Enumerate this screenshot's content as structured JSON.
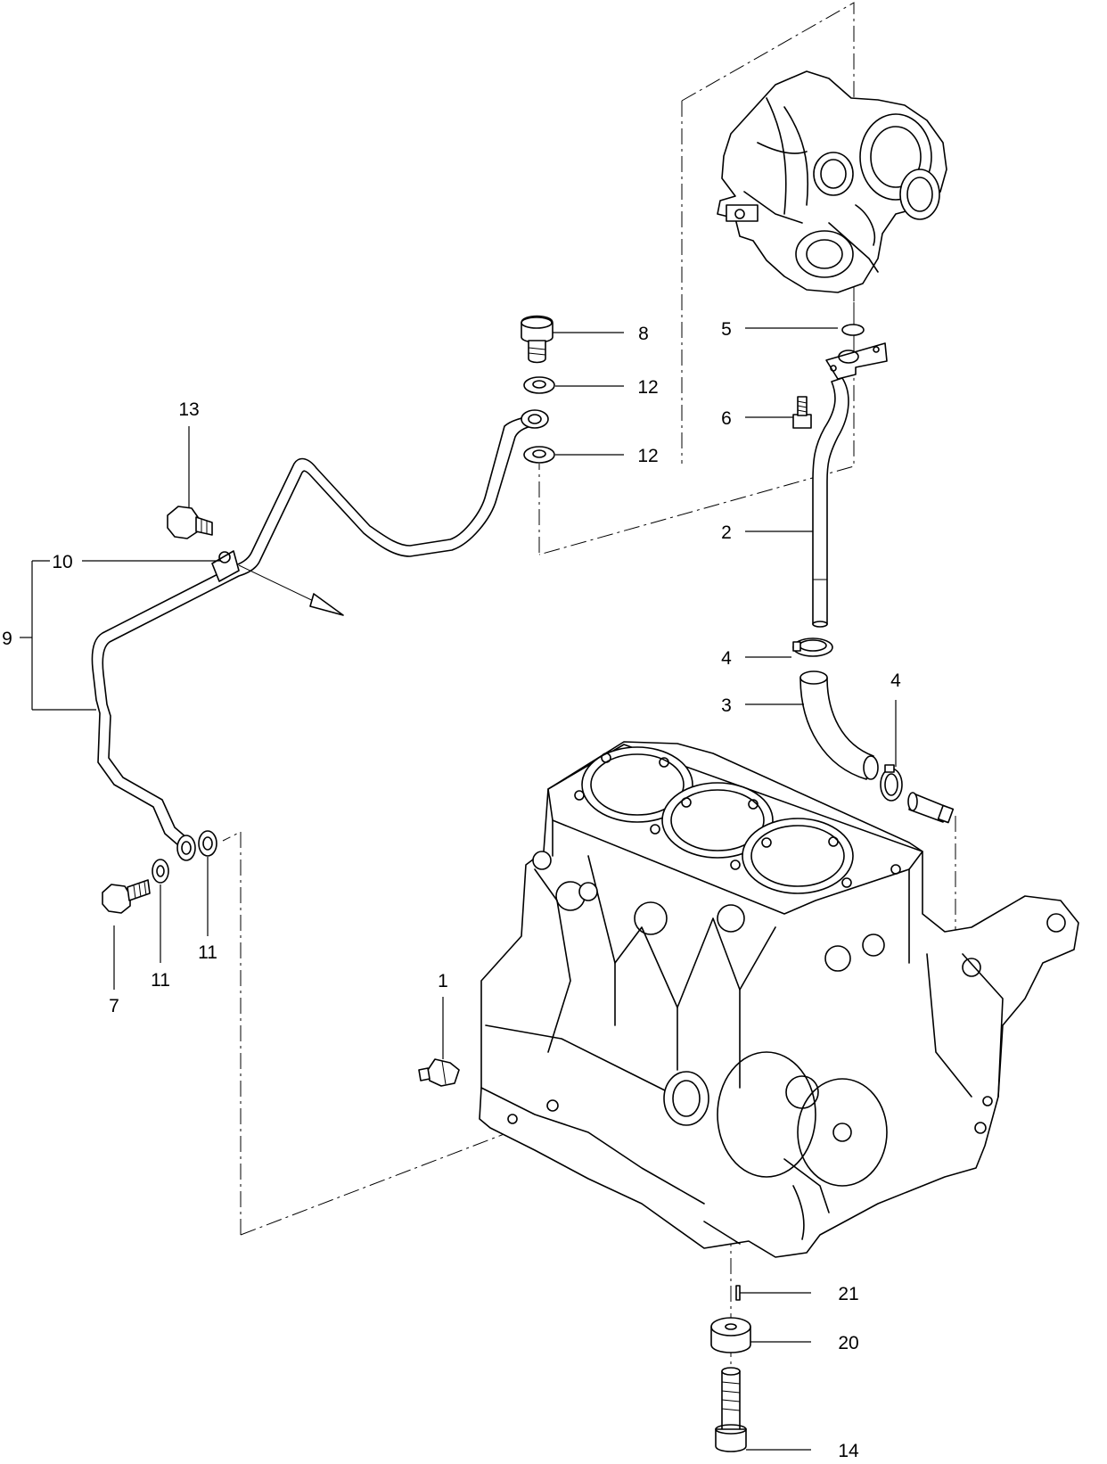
{
  "callouts": {
    "c1": "1",
    "c2": "2",
    "c3": "3",
    "c4a": "4",
    "c4b": "4",
    "c5": "5",
    "c6": "6",
    "c7": "7",
    "c8": "8",
    "c9": "9",
    "c10": "10",
    "c11a": "11",
    "c11b": "11",
    "c12a": "12",
    "c12b": "12",
    "c13": "13",
    "c14": "14",
    "c20": "20",
    "c21": "21"
  }
}
